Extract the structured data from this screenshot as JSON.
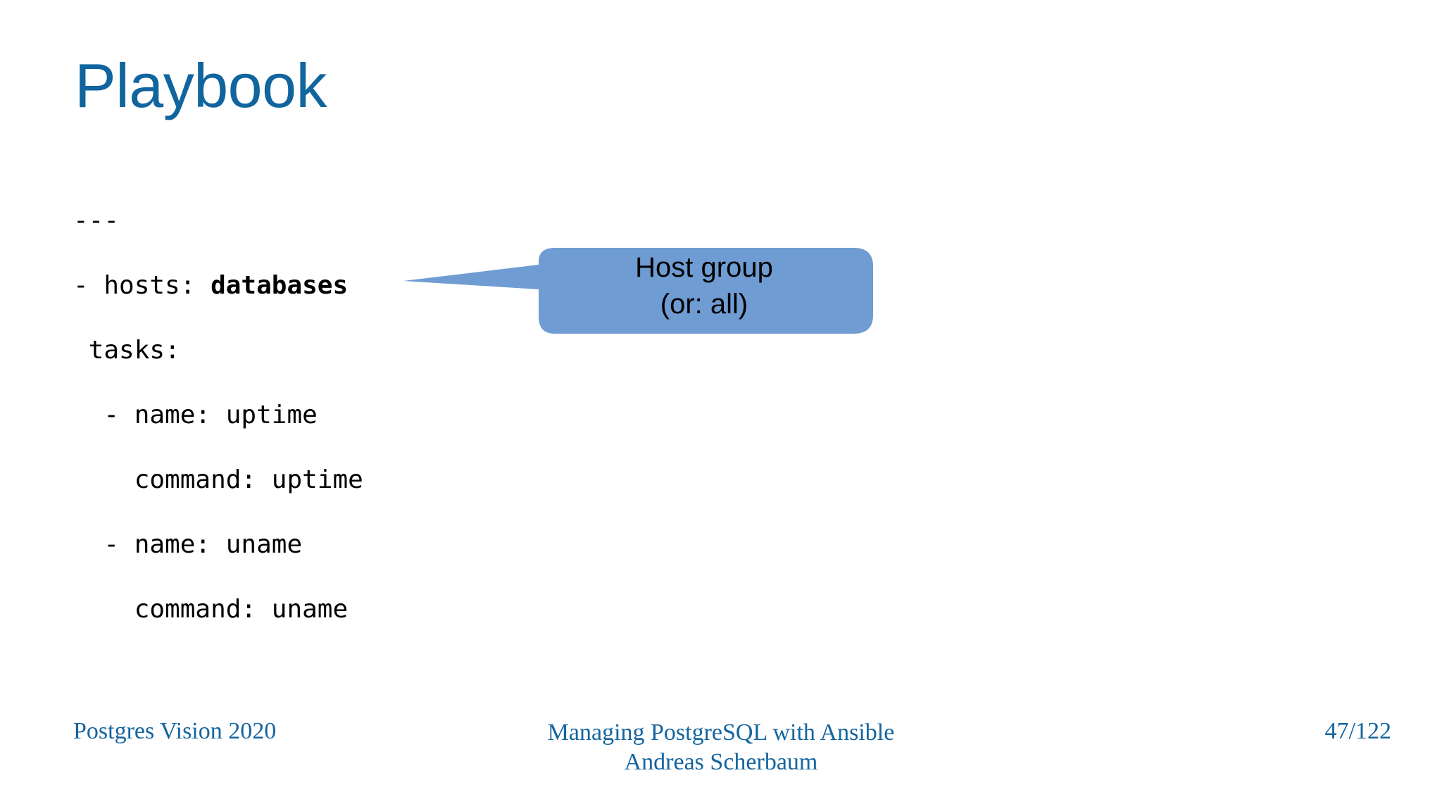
{
  "slide": {
    "title": "Playbook",
    "title_color": "#10659e",
    "background_color": "#ffffff"
  },
  "code": {
    "language": "yaml",
    "lines": [
      {
        "indent": "",
        "text": "---",
        "bold_tail": ""
      },
      {
        "indent": "",
        "text": "- hosts: ",
        "bold_tail": "databases"
      },
      {
        "indent": " ",
        "text": "tasks:",
        "bold_tail": ""
      },
      {
        "indent": "  ",
        "text": "- name: uptime",
        "bold_tail": ""
      },
      {
        "indent": "    ",
        "text": "command: uptime",
        "bold_tail": ""
      },
      {
        "indent": "  ",
        "text": "- name: uname",
        "bold_tail": ""
      },
      {
        "indent": "    ",
        "text": "command: uname",
        "bold_tail": ""
      }
    ]
  },
  "callout": {
    "line1": "Host group",
    "line2": "(or: all)",
    "fill_color": "#6f9cd2",
    "text_color": "#000000"
  },
  "footer": {
    "left": "Postgres Vision 2020",
    "center_line1": "Managing PostgreSQL with Ansible",
    "center_line2": "Andreas Scherbaum",
    "page": "47/122",
    "color": "#15659f"
  }
}
